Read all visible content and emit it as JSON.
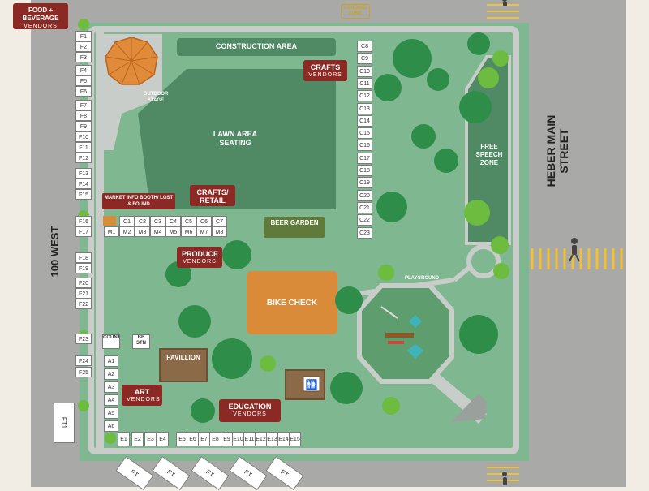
{
  "streets": {
    "west": "100 WEST",
    "east": "HEBER MAIN STREET"
  },
  "areas": {
    "loading_zone": "LOADING ZONE",
    "construction": "CONSTRUCTION AREA",
    "outdoor_stage": "OUTDOOR STAGE",
    "lawn": "LAWN AREA SEATING",
    "free_speech": "FREE SPEECH ZONE",
    "beer_garden": "BEER GARDEN",
    "bike_check": "BIKE CHECK",
    "playground": "PLAYGROUND",
    "pavillion": "PAVILLION",
    "county": "COUNTY",
    "bb_stn": "BB STN",
    "market_info": "MARKET INFO BOOTH/ LOST & FOUND"
  },
  "callouts": {
    "food": {
      "title": "FOOD + BEVERAGE",
      "sub": "VENDORS"
    },
    "crafts": {
      "title": "CRAFTS",
      "sub": "VENDORS"
    },
    "crafts_retail": {
      "title": "CRAFTS/ RETAIL",
      "sub": ""
    },
    "produce": {
      "title": "PRODUCE",
      "sub": "VENDORS"
    },
    "art": {
      "title": "ART",
      "sub": "VENDORS"
    },
    "education": {
      "title": "EDUCATION",
      "sub": "VENDORS"
    }
  },
  "stalls": {
    "F": [
      "F1",
      "F2",
      "F3",
      "F4",
      "F5",
      "F6",
      "F7",
      "F8",
      "F9",
      "F10",
      "F11",
      "F12",
      "F13",
      "F14",
      "F15",
      "F16",
      "F17",
      "F18",
      "F19",
      "F20",
      "F21",
      "F22",
      "F23",
      "F24",
      "F25"
    ],
    "C_right": [
      "C8",
      "C9",
      "C10",
      "C11",
      "C12",
      "C13",
      "C14",
      "C15",
      "C16",
      "C17",
      "C18",
      "C19",
      "C20",
      "C21",
      "C22",
      "C23"
    ],
    "C_row": [
      "C1",
      "C2",
      "C3",
      "C4",
      "C5",
      "C6",
      "C7"
    ],
    "M": [
      "M1",
      "M2",
      "M3",
      "M4",
      "M5",
      "M6",
      "M7",
      "M8"
    ],
    "A": [
      "A1",
      "A2",
      "A3",
      "A4",
      "A5",
      "A6"
    ],
    "E": [
      "E1",
      "E2",
      "E3",
      "E4",
      "E5",
      "E6",
      "E7",
      "E8",
      "E9",
      "E10",
      "E11",
      "E12",
      "E13",
      "E14",
      "E15"
    ],
    "FT": [
      "FT1",
      "FT",
      "FT",
      "FT",
      "FT",
      "FT"
    ]
  },
  "colors": {
    "park": "#7fb890",
    "lawn": "#4f8a64",
    "path": "#c9cdc9",
    "street": "#a9a9a7",
    "callout": "#8b2a25",
    "bike": "#d98b3a",
    "beer": "#5f7a3a",
    "tree": "#2f8d4a"
  }
}
